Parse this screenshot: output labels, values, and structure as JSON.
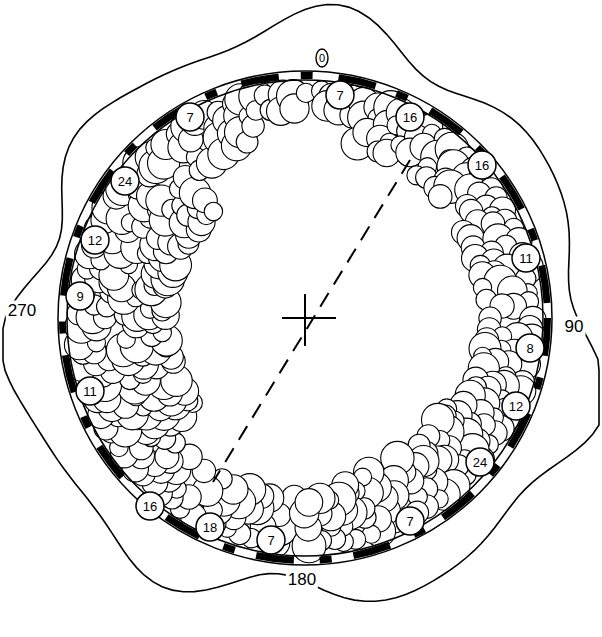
{
  "diagram": {
    "labels": [
      "0",
      "7",
      "7",
      "16",
      "16",
      "24",
      "12",
      "11",
      "270",
      "9",
      "90",
      "8",
      "11",
      "12",
      "24",
      "16",
      "7",
      "18",
      "7",
      "180"
    ]
  }
}
